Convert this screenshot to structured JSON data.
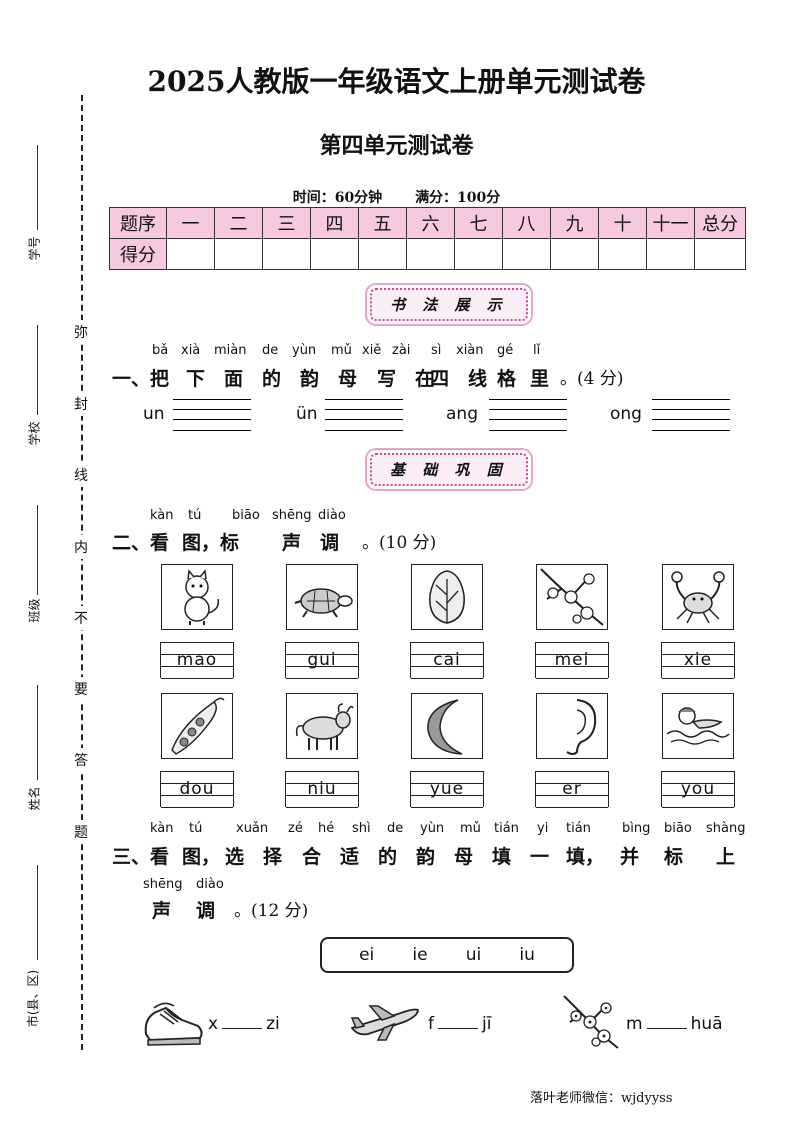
{
  "title": "2025人教版一年级语文上册单元测试卷",
  "subtitle": "第四单元测试卷",
  "time_label": "时间：60分钟",
  "score_label": "满分：100分",
  "score_table": {
    "row1_head": "题序",
    "columns": [
      "一",
      "二",
      "三",
      "四",
      "五",
      "六",
      "七",
      "八",
      "九",
      "十",
      "十一"
    ],
    "total": "总分",
    "row2_head": "得分"
  },
  "badge1": "书 法 展 示",
  "badge2": "基 础 巩 固",
  "q1": {
    "pinyin": [
      "bǎ",
      "xià",
      "miàn",
      "de",
      "yùn",
      "mǔ",
      "xiě",
      "zài",
      "sì",
      "xiàn",
      "gé",
      "lǐ"
    ],
    "chars": [
      "一、把",
      "下",
      "面",
      "的",
      "韵",
      "母",
      "写",
      "在",
      "四",
      "线",
      "格",
      "里"
    ],
    "end": "。(4 分)",
    "vowels": [
      "un",
      "ün",
      "ang",
      "ong"
    ]
  },
  "q2": {
    "pinyin": [
      "kàn",
      "tú",
      "biāo",
      "shēng",
      "diào"
    ],
    "text": "二、看 图，标 声 调 。(10 分)",
    "chars": [
      "二、看",
      "图，标",
      "声",
      "调",
      "。(10 分)"
    ],
    "items_row1": [
      {
        "icon": "cat-icon",
        "py": "mao"
      },
      {
        "icon": "turtle-icon",
        "py": "gui"
      },
      {
        "icon": "cabbage-icon",
        "py": "cai"
      },
      {
        "icon": "plum-blossom-icon",
        "py": "mei"
      },
      {
        "icon": "crab-icon",
        "py": "xie"
      }
    ],
    "items_row2": [
      {
        "icon": "pea-pod-icon",
        "py": "dou"
      },
      {
        "icon": "ox-icon",
        "py": "niu"
      },
      {
        "icon": "moon-icon",
        "py": "yue"
      },
      {
        "icon": "ear-icon",
        "py": "er"
      },
      {
        "icon": "swimmer-icon",
        "py": "you"
      }
    ]
  },
  "q3": {
    "pinyin": [
      "kàn",
      "tú",
      "xuǎn",
      "zé",
      "hé",
      "shì",
      "de",
      "yùn",
      "mǔ",
      "tián",
      "yi",
      "tián",
      "bìng",
      "biāo",
      "shàng"
    ],
    "line1": [
      "三、看",
      "图，",
      "选",
      "择",
      "合",
      "适",
      "的",
      "韵",
      "母",
      "填",
      "一",
      "填，",
      "并",
      "标",
      "上"
    ],
    "pinyin2": [
      "shēng",
      "diào"
    ],
    "line2": [
      "声",
      "调",
      "。(12 分)"
    ],
    "choices": [
      "ei",
      "ie",
      "ui",
      "iu"
    ],
    "fills": [
      {
        "icon": "shoes-icon",
        "before": "x",
        "after": "zi"
      },
      {
        "icon": "airplane-icon",
        "before": "f",
        "after": "jī"
      },
      {
        "icon": "plum-blossom-icon",
        "before": "m",
        "after": "huā"
      }
    ]
  },
  "seal_chars": [
    "弥",
    "封",
    "线",
    "内",
    "不",
    "要",
    "答",
    "题"
  ],
  "side_labels": [
    "学号",
    "学校",
    "班级",
    "姓名",
    "市(县、区)"
  ],
  "footer": "落叶老师微信：wjdyyss"
}
